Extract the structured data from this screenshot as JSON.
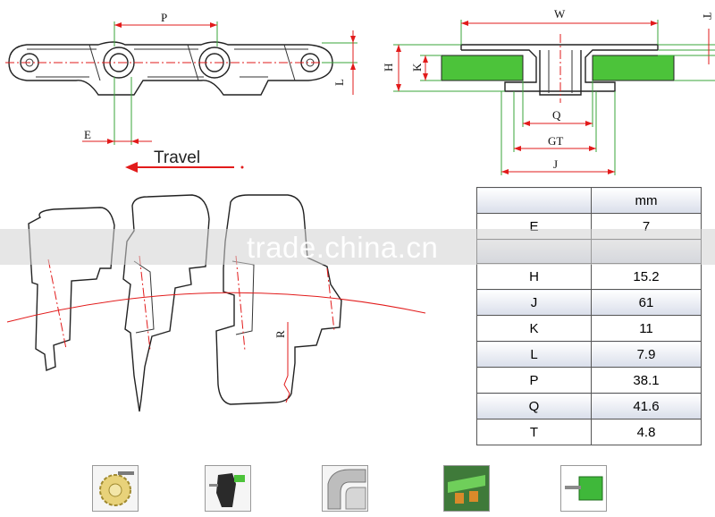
{
  "diagram": {
    "labels": {
      "pitch": "P",
      "edge": "E",
      "link_height": "L",
      "width": "W",
      "top_thickness": "T",
      "height": "H",
      "k_dim": "K",
      "q_dim": "Q",
      "guide_track": "GT",
      "j_dim": "J",
      "radius": "R"
    },
    "travel_label": "Travel"
  },
  "table": {
    "header": [
      "",
      "mm"
    ],
    "rows": [
      {
        "param": "E",
        "value": "7"
      },
      {
        "param": "",
        "value": ""
      },
      {
        "param": "H",
        "value": "15.2"
      },
      {
        "param": "J",
        "value": "61"
      },
      {
        "param": "K",
        "value": "11"
      },
      {
        "param": "L",
        "value": "7.9"
      },
      {
        "param": "P",
        "value": "38.1"
      },
      {
        "param": "Q",
        "value": "41.6"
      },
      {
        "param": "T",
        "value": "4.8"
      }
    ]
  },
  "watermark": "trade.china.cn",
  "colors": {
    "dimension_red": "#e21b1b",
    "dimension_green": "#3aa53a",
    "wear_strip_green": "#4cc33a",
    "table_shade": "#d9deea"
  },
  "thumbnails": [
    {
      "icon": "sprocket-thumbnail"
    },
    {
      "icon": "chain-side-thumbnail"
    },
    {
      "icon": "curve-track-thumbnail"
    },
    {
      "icon": "wear-strip-thumbnail"
    },
    {
      "icon": "guide-profile-thumbnail"
    }
  ]
}
